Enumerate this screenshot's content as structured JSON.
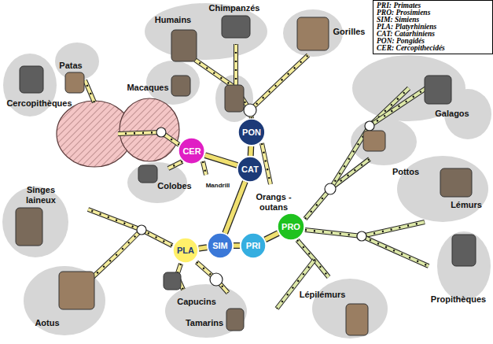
{
  "diagram": {
    "nodes": [
      {
        "text": [
          "PON"
        ]
      },
      {
        "text": [
          "CER"
        ]
      },
      {
        "text": [
          "CAT"
        ]
      },
      {
        "text": [
          "PRO"
        ]
      },
      {
        "text": [
          "PLA"
        ]
      },
      {
        "text": [
          "SIM"
        ]
      },
      {
        "text": [
          "PRI"
        ]
      }
    ],
    "edges": [
      {
        "from": 2,
        "to": 0,
        "arrow": "none"
      },
      {
        "from": 2,
        "to": 1,
        "arrow": "none"
      },
      {
        "from": 5,
        "to": 2,
        "arrow": "none"
      },
      {
        "from": 5,
        "to": 4,
        "arrow": "none"
      },
      {
        "from": 6,
        "to": 5,
        "arrow": "none"
      },
      {
        "from": 6,
        "to": 3,
        "arrow": "none"
      }
    ],
    "labels": [
      "Chimpanzés",
      "Humains",
      "Gorilles",
      "Patas",
      "Macaques",
      "Cercopithèques",
      "Galagos",
      "Pottos",
      "Mandrill",
      "Colobes",
      "Singes laineux",
      "Orangs -outans",
      "Lémurs",
      "Lépilémurs",
      "Propithèques",
      "Capucins",
      "Aotus",
      "Tamarins"
    ],
    "legend": [
      {
        "text": "PRI: Primates"
      },
      {
        "text": "PRO: Prosimiens"
      },
      {
        "text": "SIM: Simiens"
      },
      {
        "text": "PLA: Platyrhiniens"
      },
      {
        "text": "CAT: Catarhiniens"
      },
      {
        "text": "PON: Pongidés"
      },
      {
        "text": "CER: Cercopithecidés"
      }
    ]
  }
}
